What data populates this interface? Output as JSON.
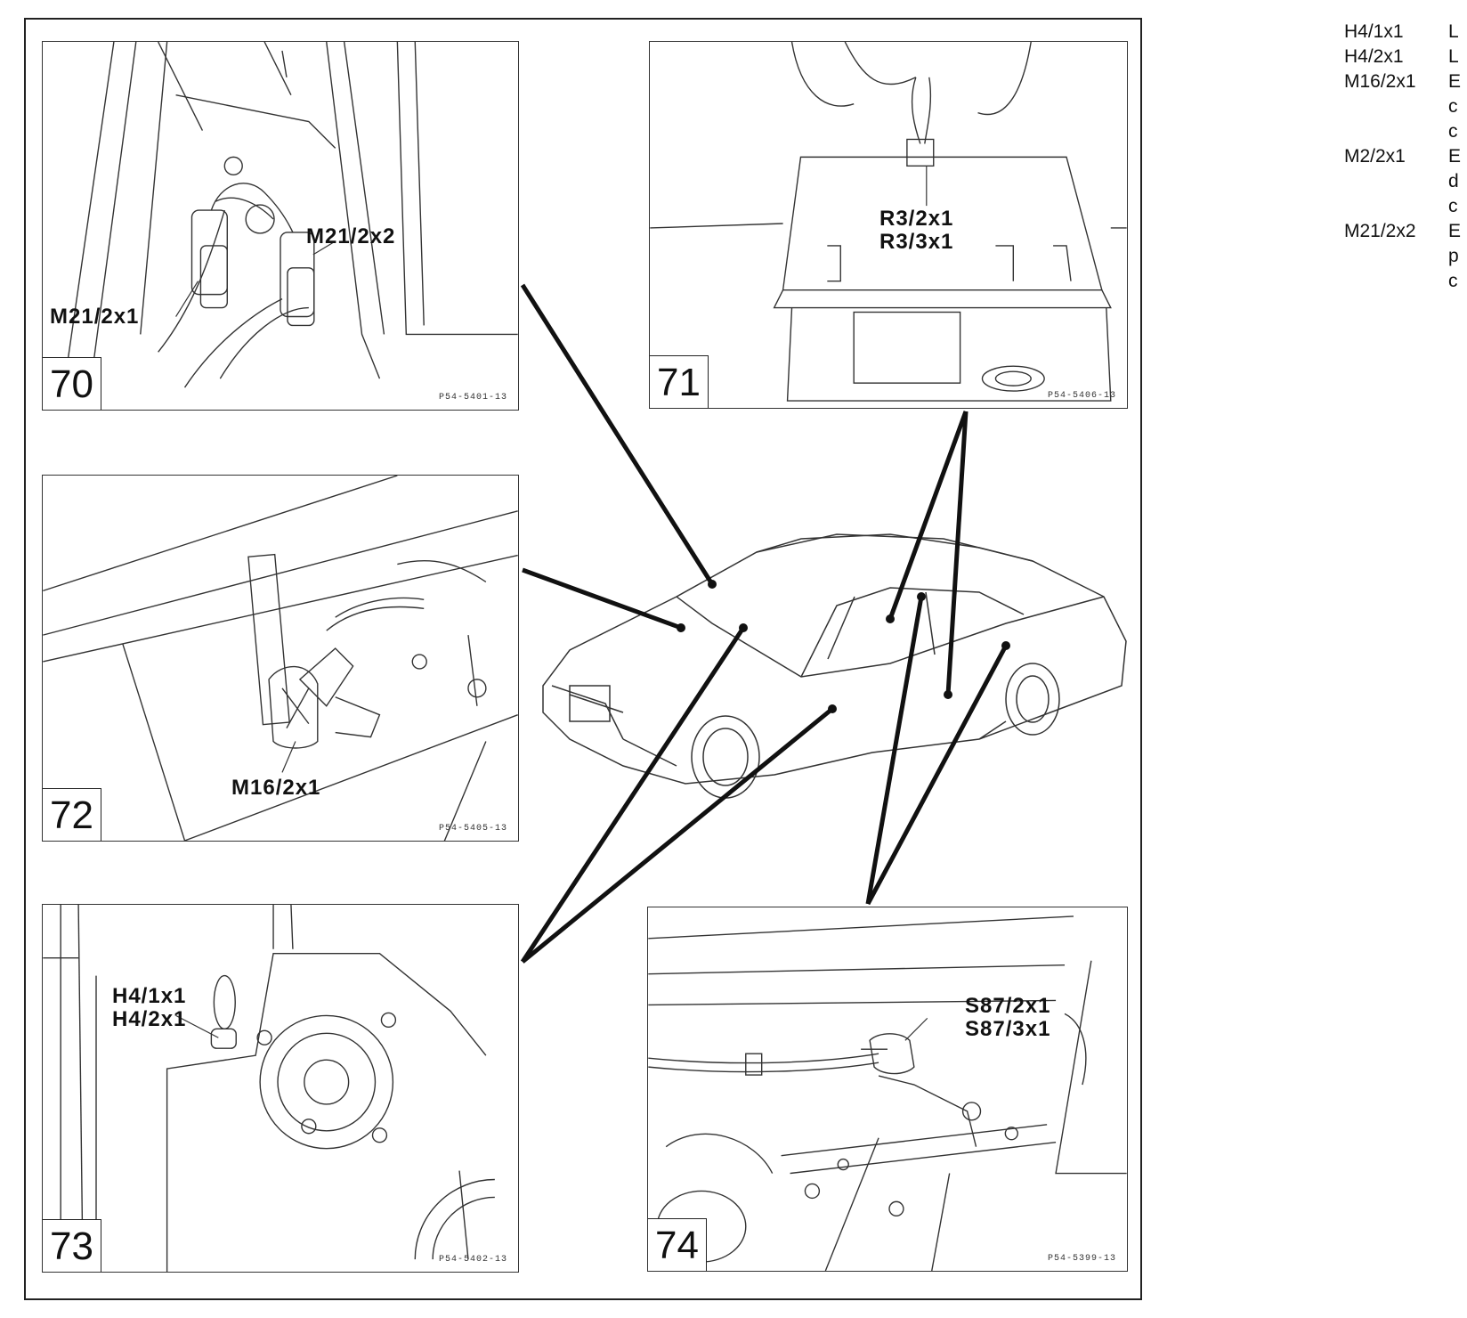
{
  "panels": [
    {
      "number": "70",
      "code": "P54-5401-13",
      "labels": [
        "M21/2x2",
        "M21/2x1"
      ]
    },
    {
      "number": "71",
      "code": "P54-5406-13",
      "labels": [
        "R3/2x1",
        "R3/3x1"
      ]
    },
    {
      "number": "72",
      "code": "P54-5405-13",
      "labels": [
        "M16/2x1"
      ]
    },
    {
      "number": "73",
      "code": "P54-5402-13",
      "labels": [
        "H4/1x1",
        "H4/2x1"
      ]
    },
    {
      "number": "74",
      "code": "P54-5399-13",
      "labels": [
        "S87/2x1",
        "S87/3x1"
      ]
    }
  ],
  "legend": [
    {
      "key": "H4/1x1",
      "desc": "L"
    },
    {
      "key": "H4/2x1",
      "desc": "L"
    },
    {
      "key": "M16/2x1",
      "desc": "E\nc\nc"
    },
    {
      "key": "M2/2x1",
      "desc": "E\nd\nc"
    },
    {
      "key": "M21/2x2",
      "desc": "E\np\nc"
    }
  ]
}
